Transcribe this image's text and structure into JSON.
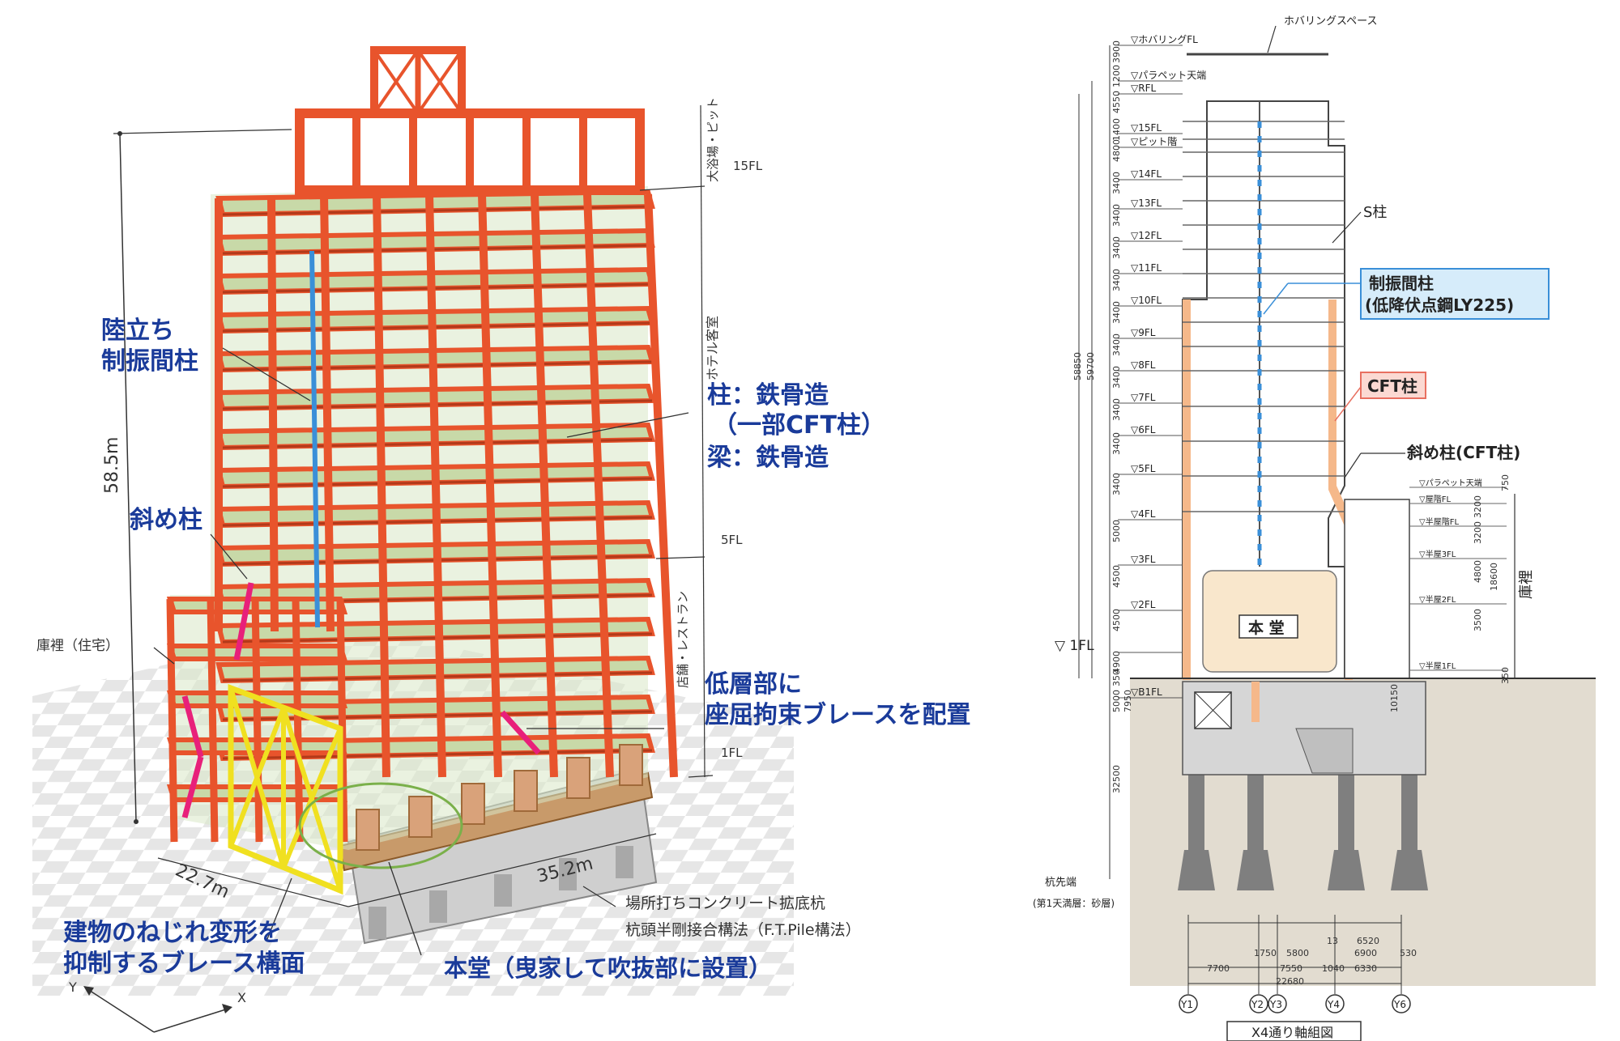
{
  "colors": {
    "steel": "#e8542c",
    "steel_dark": "#b23a1a",
    "floor": "#c8d9a8",
    "damper": "#3a8fd8",
    "brace": "#f0e020",
    "diagonal": "#e8207a",
    "label_blue": "#1a3b9a",
    "section_orange": "#f5b88a",
    "ground": "#e2dcd0",
    "hall": "#f9e7cc"
  },
  "left": {
    "callouts": {
      "damper_1": "陸立ち",
      "damper_2": "制振間柱",
      "column_1": "柱：鉄骨造",
      "column_2": "（一部CFT柱）",
      "beam": "梁：鉄骨造",
      "diagonal": "斜め柱",
      "brb_1": "低層部に",
      "brb_2": "座屈拘束ブレースを配置",
      "torsion_1": "建物のねじれ変形を",
      "torsion_2": "抑制するブレース構面",
      "hall": "本堂（曳家して吹抜部に設置）"
    },
    "small_labels": {
      "residence": "庫裡（住宅）",
      "pile_1": "場所打ちコンクリート拡底杭",
      "pile_2": "杭頭半剛接合構法（F.T.Pile構法）",
      "bath": "大浴場・ピット",
      "hotel": "ホテル客室",
      "restaurant": "店舗・レストラン",
      "fl15": "15FL",
      "fl5": "5FL",
      "fl1": "1FL"
    },
    "dims": {
      "height": "58.5m",
      "width_y": "22.7m",
      "width_x": "35.2m"
    },
    "axes": {
      "y": "Y",
      "x": "X"
    }
  },
  "right": {
    "title": "X4通り軸組図",
    "top_label": "ホバリングスペース",
    "levels": [
      "ホバリングFL",
      "パラペット天端",
      "RFL",
      "15FL",
      "ピット階",
      "14FL",
      "13FL",
      "12FL",
      "11FL",
      "10FL",
      "9FL",
      "8FL",
      "7FL",
      "6FL",
      "5FL",
      "4FL",
      "3FL",
      "2FL",
      "1FL",
      "B1FL",
      "杭先端"
    ],
    "ground_label": "(第1天満層：砂層)",
    "annex_levels": [
      "パラペット天端",
      "屋階FL",
      "半屋階FL",
      "半屋3FL",
      "半屋2FL",
      "半屋1FL"
    ],
    "story_dims": [
      "3900",
      "1200",
      "4550",
      "1400",
      "4800",
      "3400",
      "3400",
      "3400",
      "3400",
      "3400",
      "3400",
      "3400",
      "3400",
      "3400",
      "3400",
      "5000",
      "4500",
      "4500",
      "4900",
      "350",
      "5000",
      "32500"
    ],
    "total_dims": [
      "59700",
      "58850",
      "7950"
    ],
    "annex_dims": [
      "750",
      "3200",
      "3200",
      "4800",
      "3500",
      "18600",
      "350",
      "10150"
    ],
    "annex_name": "庫裡",
    "callouts": {
      "s_column": "S柱",
      "damper_1": "制振間柱",
      "damper_2": "(低降伏点鋼LY225)",
      "cft": "CFT柱",
      "diagonal": "斜め柱(CFT柱)",
      "hall": "本 堂"
    },
    "bottom_dims": {
      "d5_13": "13",
      "d6_520": "6520",
      "d1_750": "1750",
      "d5_800": "5800",
      "d6_900": "6900",
      "d5_30": "530",
      "d7_700": "7700",
      "d7_550": "7550",
      "d1_040": "1040",
      "d6_330": "6330",
      "d22_680": "22680"
    },
    "axis_labels": [
      "Y1",
      "Y2",
      "Y3",
      "Y4",
      "Y6"
    ]
  }
}
